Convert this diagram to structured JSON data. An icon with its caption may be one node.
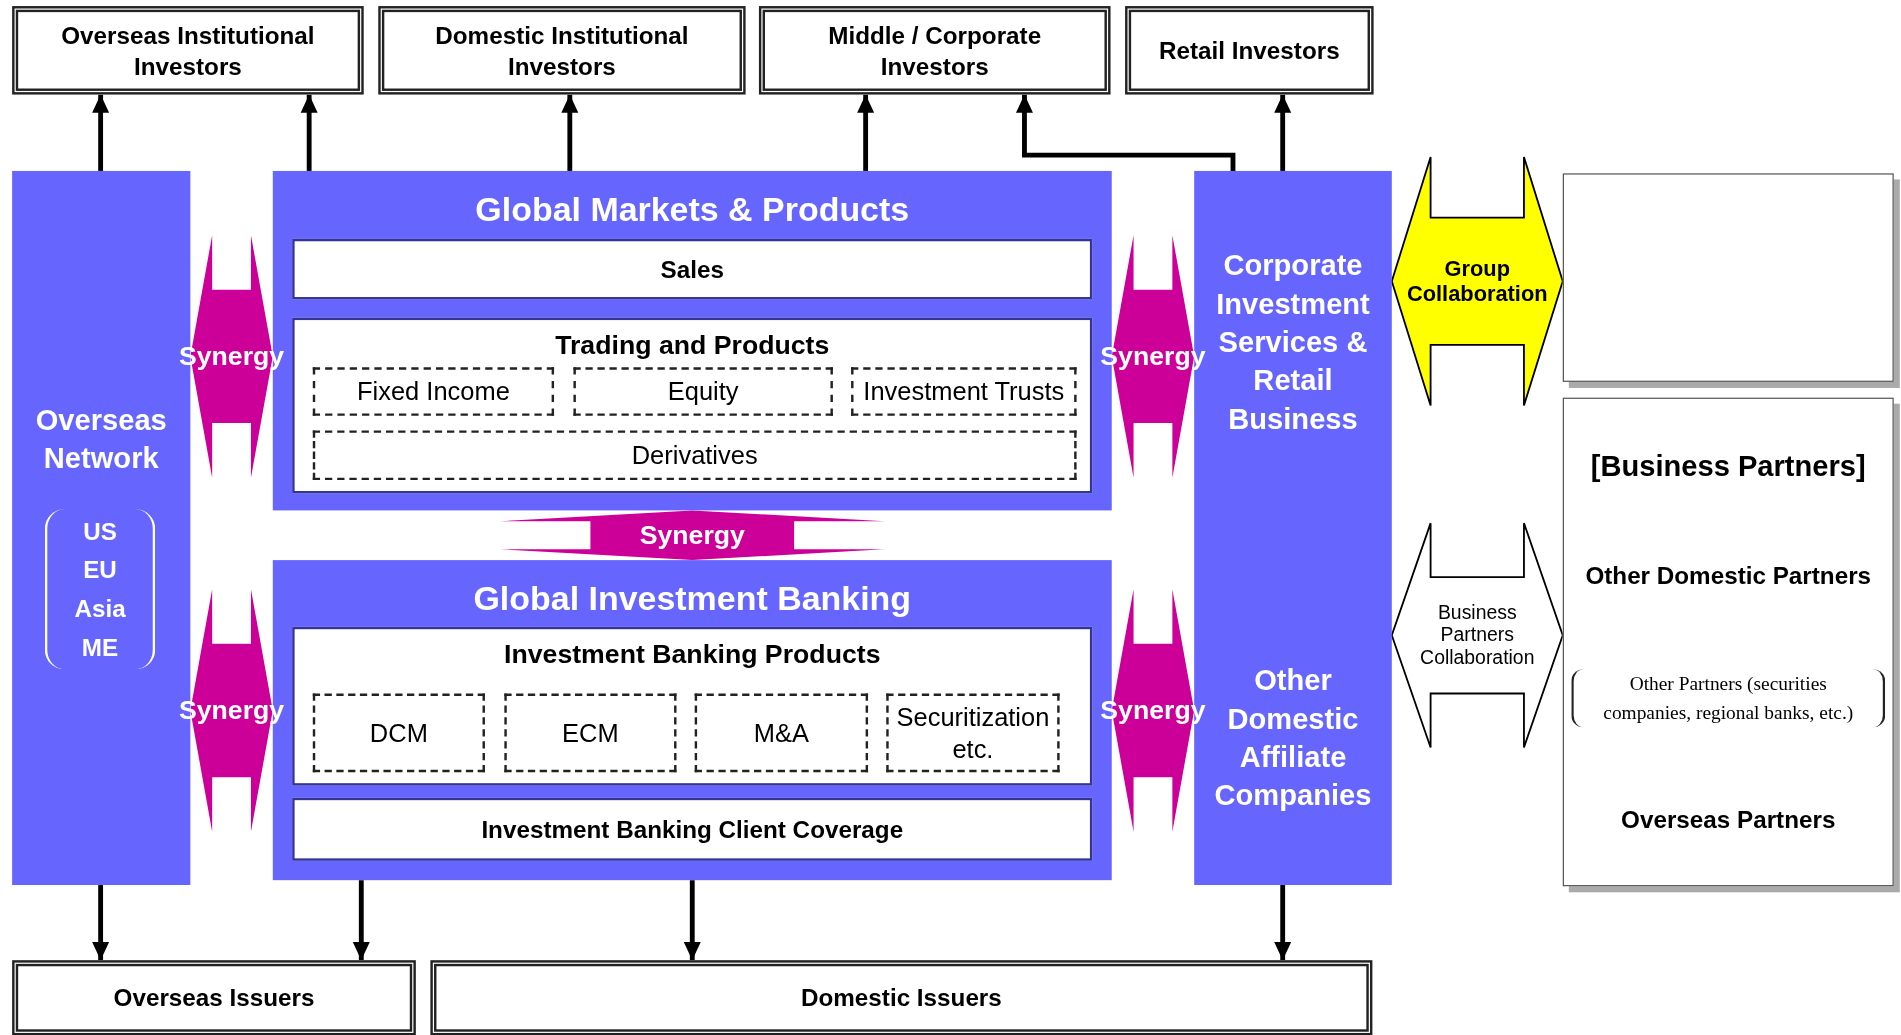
{
  "diagram": {
    "nodes": [
      {
        "text": [
          "Overseas Institutional Investors"
        ]
      },
      {
        "text": [
          "Domestic Institutional Investors"
        ]
      },
      {
        "text": [
          "Middle / Corporate Investors"
        ]
      },
      {
        "text": [
          "Retail Investors"
        ]
      },
      {
        "text": [
          "Overseas Network"
        ]
      },
      {
        "text": [
          "US EU Asia ME"
        ],
        "in": 4
      },
      {
        "text": [
          "Global Markets & Products"
        ]
      },
      {
        "text": [
          "Sales"
        ],
        "in": 6
      },
      {
        "text": [
          "Trading and Products"
        ],
        "in": 6
      },
      {
        "text": [
          "Fixed Income"
        ],
        "in": 8
      },
      {
        "text": [
          "Equity"
        ],
        "in": 8
      },
      {
        "text": [
          "Investment Trusts"
        ],
        "in": 8
      },
      {
        "text": [
          "Derivatives"
        ],
        "in": 8
      },
      {
        "text": [
          "Global Investment Banking"
        ]
      },
      {
        "text": [
          "Investment Banking Products"
        ],
        "in": 13
      },
      {
        "text": [
          "DCM"
        ],
        "in": 14
      },
      {
        "text": [
          "ECM"
        ],
        "in": 14
      },
      {
        "text": [
          "M&A"
        ],
        "in": 14
      },
      {
        "text": [
          "Securitization etc."
        ],
        "in": 14
      },
      {
        "text": [
          "Investment Banking Client Coverage"
        ],
        "in": 13
      },
      {
        "text": [
          "Corporate Investment Services & Retail Business",
          "Other Domestic Affiliate Companies"
        ]
      },
      {
        "text": [],
        "shape": "box"
      },
      {
        "text": [
          "[Business Partners]",
          "Other Domestic Partners",
          "Other Partners (securities companies, regional banks, etc.)",
          "Overseas Partners"
        ]
      },
      {
        "text": [
          "Overseas Issuers"
        ]
      },
      {
        "text": [
          "Domestic Issuers"
        ]
      }
    ],
    "edges": [
      {
        "from": 4,
        "to": 0,
        "arrow": "to"
      },
      {
        "from": 6,
        "to": 0,
        "arrow": "to"
      },
      {
        "from": 6,
        "to": 1,
        "arrow": "to"
      },
      {
        "from": 6,
        "to": 2,
        "arrow": "to"
      },
      {
        "from": 20,
        "to": 2,
        "arrow": "to"
      },
      {
        "from": 20,
        "to": 3,
        "arrow": "to"
      },
      {
        "from": 4,
        "to": 23,
        "arrow": "to"
      },
      {
        "from": 13,
        "to": 23,
        "arrow": "to"
      },
      {
        "from": 13,
        "to": 24,
        "arrow": "to"
      },
      {
        "from": 20,
        "to": 24,
        "arrow": "to"
      },
      {
        "from": 4,
        "to": 6,
        "arrow": "both",
        "label": "Synergy",
        "style": "thick",
        "color": "#cc0099"
      },
      {
        "from": 4,
        "to": 13,
        "arrow": "both",
        "label": "Synergy",
        "style": "thick",
        "color": "#cc0099"
      },
      {
        "from": 6,
        "to": 20,
        "arrow": "both",
        "label": "Synergy",
        "style": "thick",
        "color": "#cc0099"
      },
      {
        "from": 13,
        "to": 20,
        "arrow": "both",
        "label": "Synergy",
        "style": "thick",
        "color": "#cc0099"
      },
      {
        "from": 6,
        "to": 13,
        "arrow": "both",
        "label": "Synergy",
        "style": "thick",
        "color": "#cc0099"
      },
      {
        "from": 20,
        "to": 21,
        "arrow": "both",
        "label": "Group Collaboration",
        "style": "thick",
        "color": "#ffff00"
      },
      {
        "from": 20,
        "to": 22,
        "arrow": "both",
        "label": "Business Partners Collaboration",
        "style": "thick"
      }
    ]
  }
}
